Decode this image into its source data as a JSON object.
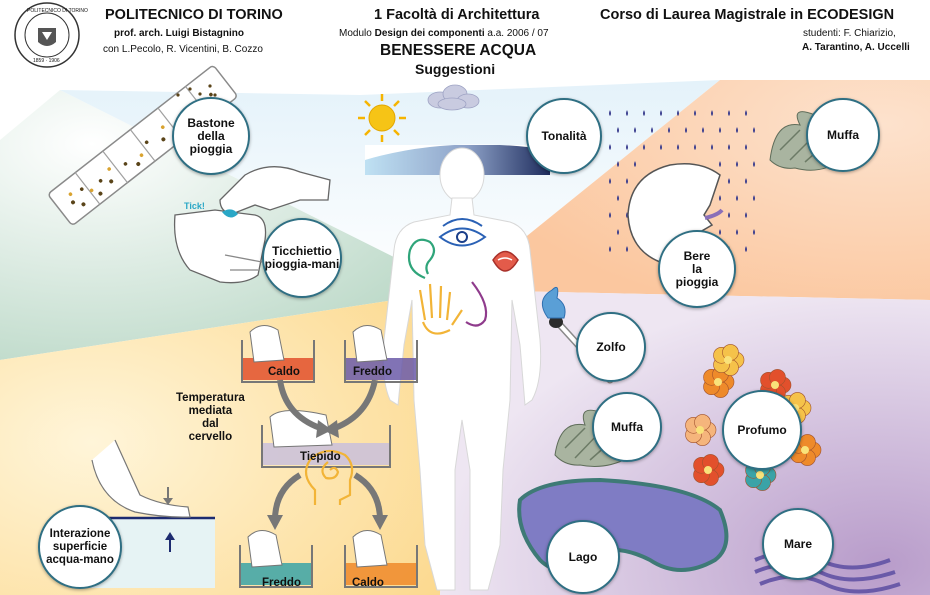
{
  "header": {
    "university": "POLITECNICO DI TORINO",
    "professor": "prof. arch. Luigi Bistagnino",
    "collaborators": "con L.Pecolo, R. Vicentini, B. Cozzo",
    "faculty": "1 Facoltà di Architettura",
    "module_prefix": "Modulo",
    "module_name": "Design dei componenti",
    "academic_year": "a.a. 2006 / 07",
    "course": "Corso di Laurea Magistrale in ECODESIGN",
    "students_line1": "studenti: F. Chiarizio,",
    "students_line2": "A. Tarantino, A. Uccelli",
    "title": "BENESSERE ACQUA",
    "subtitle": "Suggestioni",
    "seal_text_top": "POLITECNICO DI TORINO",
    "seal_text_bottom": "1859 · 1906"
  },
  "bubbles": {
    "rainstick": "Bastone\ndella\npioggia",
    "tapping": "Ticchiettio\npioggia-mani",
    "tonality": "Tonalità",
    "mould_top": "Muffa",
    "drink_rain": "Bere\nla\npioggia",
    "sulphur": "Zolfo",
    "mould_mid": "Muffa",
    "perfume": "Profumo",
    "lake": "Lago",
    "sea": "Mare"
  },
  "labels": {
    "tick": "Tick!",
    "hot_top": "Caldo",
    "cold_top": "Freddo",
    "temperature": "Temperatura\nmediata\ndal\ncervello",
    "lukewarm": "Tiepido",
    "cold_bottom": "Freddo",
    "hot_bottom": "Caldo",
    "interaction": "Interazione\nsuperficie\nacqua-mano"
  },
  "colors": {
    "bubble_border": "#2f6f83",
    "green_sector": "#cfe5d7",
    "peach_sector": "#fcd9bf",
    "yellow_sector": "#fde7b8",
    "purple_sector": "#cdb9da",
    "hot": "#e2502c",
    "cold": "#6b5aa8",
    "lukewarm": "#c9c0dc",
    "cold_bottom": "#3aa3a7",
    "hot_bottom": "#ee8a2a",
    "lake": "#7f7cc4",
    "sea": "#7063b0",
    "drops": "#3a3d8e"
  }
}
